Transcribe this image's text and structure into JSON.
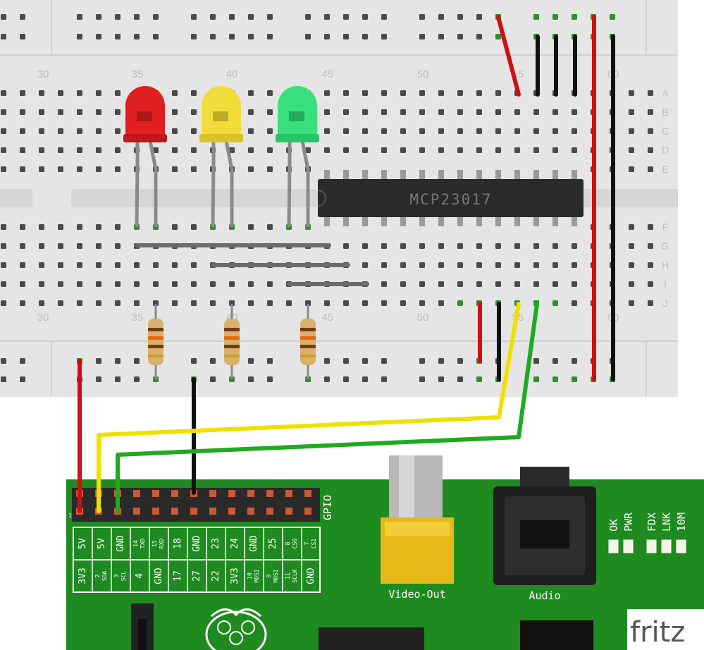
{
  "breadboard": {
    "column_labels": [
      "30",
      "35",
      "40",
      "45",
      "50",
      "55",
      "60"
    ],
    "row_labels_top": [
      "A",
      "B",
      "C",
      "D",
      "E"
    ],
    "row_labels_bottom": [
      "F",
      "G",
      "H",
      "I",
      "J"
    ]
  },
  "chip": {
    "label": "MCP23017"
  },
  "leds": [
    {
      "color": "red",
      "hex": "#e02020"
    },
    {
      "color": "yellow",
      "hex": "#f2dc3a"
    },
    {
      "color": "green",
      "hex": "#37e07a"
    }
  ],
  "gpio": {
    "header_label": "GPIO",
    "pin1_marker": "1",
    "top_row": [
      {
        "main": "5V",
        "sub": ""
      },
      {
        "main": "5V",
        "sub": ""
      },
      {
        "main": "GND",
        "sub": ""
      },
      {
        "main": "14",
        "sub": "TXD"
      },
      {
        "main": "15",
        "sub": "RXD"
      },
      {
        "main": "18",
        "sub": ""
      },
      {
        "main": "GND",
        "sub": ""
      },
      {
        "main": "23",
        "sub": ""
      },
      {
        "main": "24",
        "sub": ""
      },
      {
        "main": "GND",
        "sub": ""
      },
      {
        "main": "25",
        "sub": ""
      },
      {
        "main": "8",
        "sub": "CS0"
      },
      {
        "main": "7",
        "sub": "CS1"
      }
    ],
    "bottom_row": [
      {
        "main": "3V3",
        "sub": ""
      },
      {
        "main": "2",
        "sub": "SDA"
      },
      {
        "main": "3",
        "sub": "SCL"
      },
      {
        "main": "4",
        "sub": ""
      },
      {
        "main": "GND",
        "sub": ""
      },
      {
        "main": "17",
        "sub": ""
      },
      {
        "main": "27",
        "sub": ""
      },
      {
        "main": "22",
        "sub": ""
      },
      {
        "main": "3V3",
        "sub": ""
      },
      {
        "main": "10",
        "sub": "MOSI"
      },
      {
        "main": "9",
        "sub": "MOSI"
      },
      {
        "main": "11",
        "sub": "SCLK"
      },
      {
        "main": "GND",
        "sub": ""
      }
    ]
  },
  "board_labels": {
    "video_out": "Video-Out",
    "audio": "Audio",
    "status_leds": [
      "OK",
      "PWR",
      "FDX",
      "LNK",
      "10M"
    ]
  },
  "watermark": "fritz",
  "colors": {
    "breadboard": "#e5e5e5",
    "hole_green": "#2f8f2f",
    "pi_board": "#1f8a1f",
    "wire_red": "#cc1010",
    "wire_black": "#111111",
    "wire_yellow": "#f0e000",
    "wire_green": "#1faa1f",
    "jumper_gray": "#6b6b6b"
  }
}
